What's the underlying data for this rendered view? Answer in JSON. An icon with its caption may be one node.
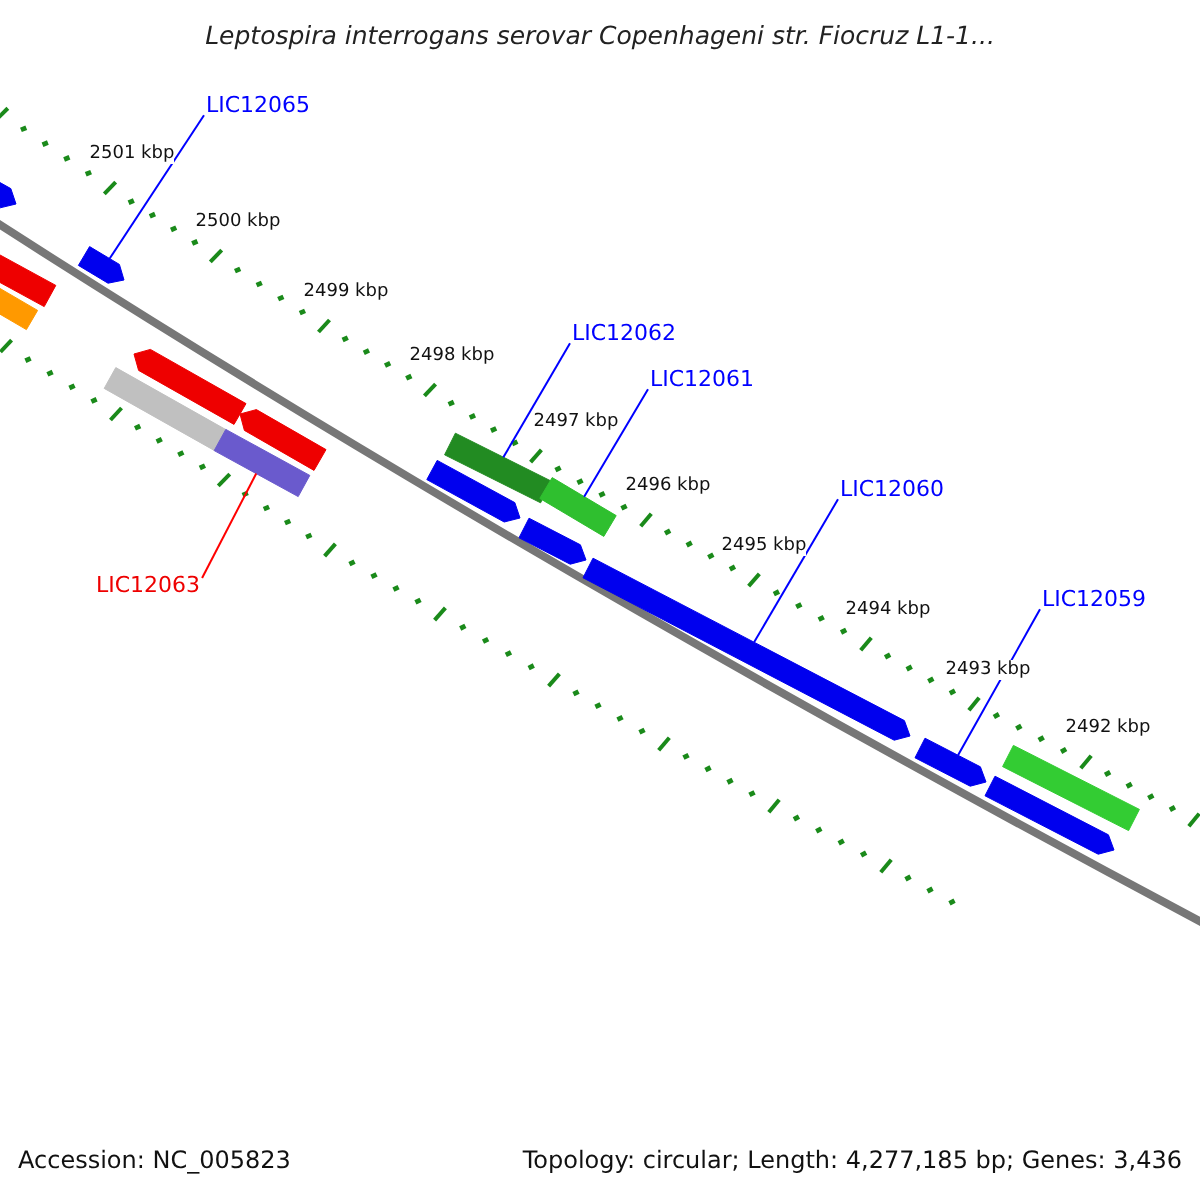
{
  "diagram": {
    "title": "Leptospira interrogans serovar Copenhageni str. Fiocruz L1-1...",
    "nodes": [
      {
        "text": [
          "LIC12065"
        ]
      },
      {
        "text": [
          "LIC12062"
        ]
      },
      {
        "text": [
          "LIC12061"
        ]
      },
      {
        "text": [
          "LIC12060"
        ]
      },
      {
        "text": [
          "LIC12059"
        ]
      },
      {
        "text": [
          "LIC12063"
        ]
      },
      {
        "text": [],
        "shape": "bar"
      },
      {
        "text": [],
        "shape": "bar"
      },
      {
        "text": [],
        "shape": "bar"
      },
      {
        "text": [],
        "shape": "bar"
      },
      {
        "text": [],
        "shape": "bar"
      },
      {
        "text": [],
        "shape": "bar"
      },
      {
        "text": [],
        "shape": "bar"
      },
      {
        "text": [],
        "shape": "bar"
      },
      {
        "text": [],
        "shape": "bar"
      },
      {
        "text": [],
        "shape": "bar"
      },
      {
        "text": [],
        "shape": "bar"
      },
      {
        "text": [],
        "shape": "bar"
      },
      {
        "text": [],
        "shape": "bar"
      },
      {
        "text": [],
        "shape": "bar"
      },
      {
        "text": [],
        "shape": "bar"
      },
      {
        "text": [],
        "shape": "bar"
      }
    ],
    "edges": [
      {
        "from": 0,
        "to": 9,
        "arrow": "none"
      },
      {
        "from": 1,
        "to": 15,
        "arrow": "none"
      },
      {
        "from": 2,
        "to": 17,
        "arrow": "none"
      },
      {
        "from": 3,
        "to": 18,
        "arrow": "none"
      },
      {
        "from": 4,
        "to": 19,
        "arrow": "none"
      },
      {
        "from": 5,
        "to": 12,
        "arrow": "none",
        "color": "#ff0000"
      }
    ],
    "labels": [
      "2501 kbp",
      "2500 kbp",
      "2499 kbp",
      "2498 kbp",
      "2497 kbp",
      "2496 kbp",
      "2495 kbp",
      "2494 kbp",
      "2493 kbp",
      "2492 kbp",
      "Accession: NC_005823",
      "Topology: circular; Length: 4,277,185 bp; Genes: 3,436"
    ]
  }
}
